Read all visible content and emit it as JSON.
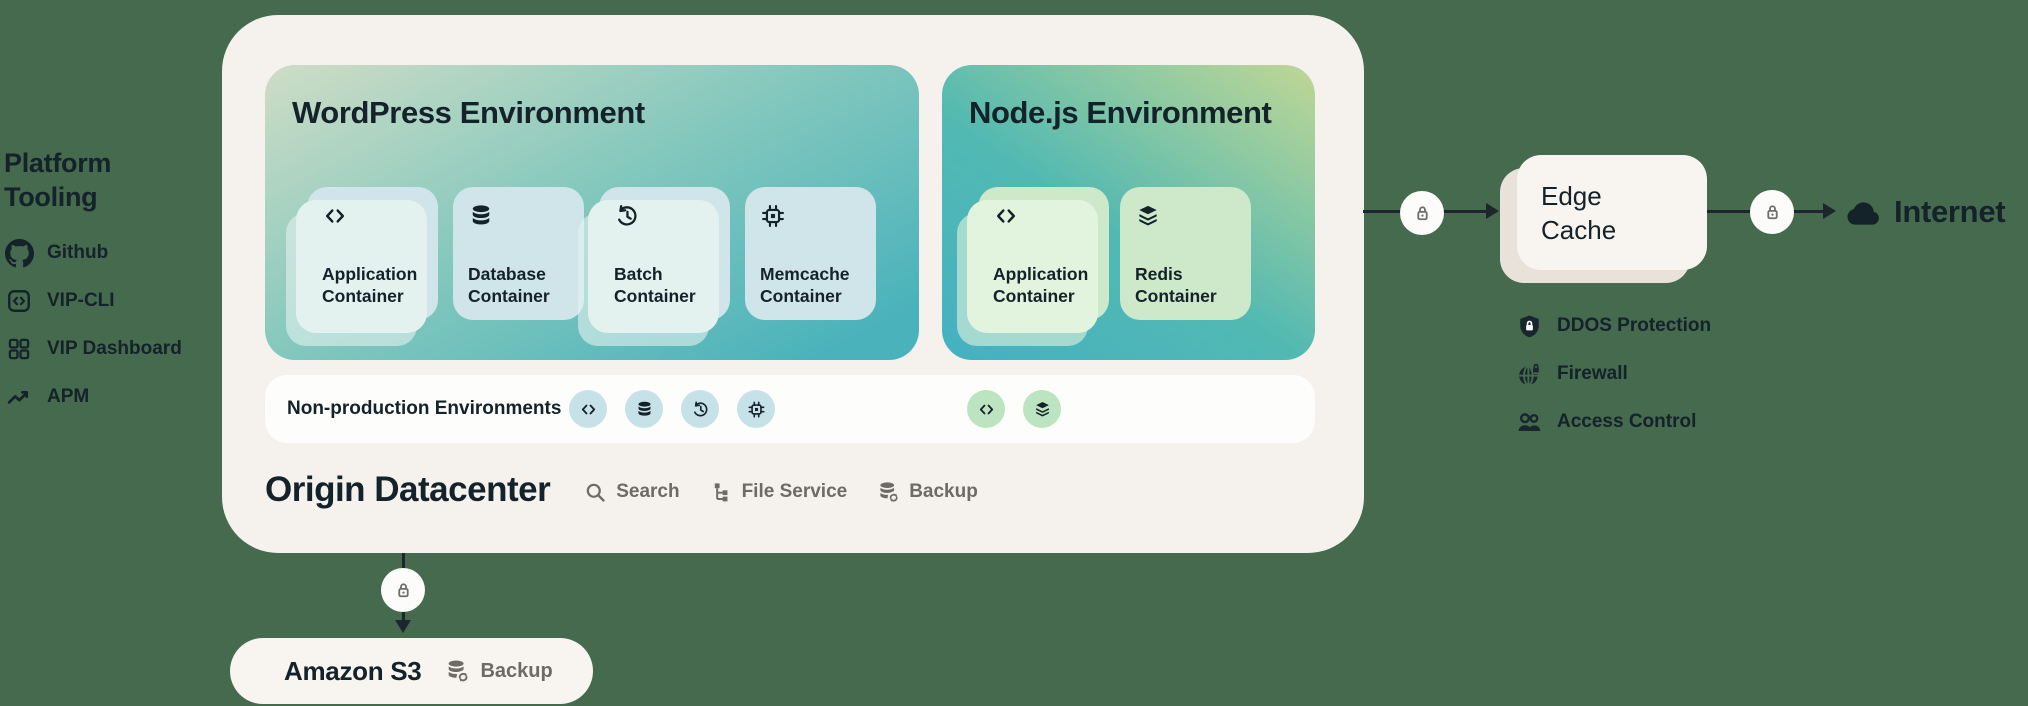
{
  "colors": {
    "background": "#456a4e",
    "surface": "#f5f1ed",
    "box": "#f8f4f0",
    "strip": "#fdfdfb",
    "text": "#14222a",
    "muted": "#6e6a66",
    "arrow": "#1d262c",
    "lock_badge": "#fcfcfa",
    "wp_container": "#d0e5e9",
    "node_container": "#cde9ca",
    "wp_badge": "#c6e1e7",
    "node_badge": "#bce4c0",
    "wp_stack": "#e3f2ef",
    "node_stack": "#e2f4de",
    "edge_stack": "#e9e2db",
    "wp_gradient": [
      "#cfddc6",
      "#84c8bd",
      "#49b2bb"
    ],
    "node_gradient": [
      "#c0d795",
      "#52b9b2",
      "#45b1c2"
    ]
  },
  "platform_tooling": {
    "title": "Platform Tooling",
    "items": [
      {
        "icon": "github-icon",
        "label": "Github"
      },
      {
        "icon": "vip-cli-icon",
        "label": "VIP-CLI"
      },
      {
        "icon": "dashboard-grid-icon",
        "label": "VIP Dashboard"
      },
      {
        "icon": "apm-trend-icon",
        "label": "APM"
      }
    ]
  },
  "wordpress_env": {
    "title": "WordPress Environment",
    "containers": [
      {
        "icon": "code-icon",
        "label": "Application Container",
        "stacked": true
      },
      {
        "icon": "database-icon",
        "label": "Database Container",
        "stacked": false
      },
      {
        "icon": "history-icon",
        "label": "Batch Container",
        "stacked": true
      },
      {
        "icon": "chip-icon",
        "label": "Memcache Container",
        "stacked": false
      }
    ]
  },
  "nodejs_env": {
    "title": "Node.js Environment",
    "containers": [
      {
        "icon": "code-icon",
        "label": "Application Container",
        "stacked": true
      },
      {
        "icon": "layers-icon",
        "label": "Redis Container",
        "stacked": false
      }
    ]
  },
  "non_production": {
    "label": "Non-production Environments",
    "wordpress_icons": [
      "code-icon",
      "database-icon",
      "history-icon",
      "chip-icon"
    ],
    "nodejs_icons": [
      "code-icon",
      "layers-icon"
    ]
  },
  "origin": {
    "title": "Origin Datacenter",
    "services": [
      {
        "icon": "search-icon",
        "label": "Search"
      },
      {
        "icon": "file-tree-icon",
        "label": "File Service"
      },
      {
        "icon": "backup-icon",
        "label": "Backup"
      }
    ]
  },
  "edge": {
    "line1": "Edge",
    "line2": "Cache"
  },
  "internet": {
    "label": "Internet"
  },
  "security": {
    "items": [
      {
        "icon": "shield-lock-icon",
        "label": "DDOS Protection"
      },
      {
        "icon": "globe-lock-icon",
        "label": "Firewall"
      },
      {
        "icon": "users-icon",
        "label": "Access Control"
      }
    ]
  },
  "s3": {
    "title": "Amazon S3",
    "badge": "Backup"
  }
}
